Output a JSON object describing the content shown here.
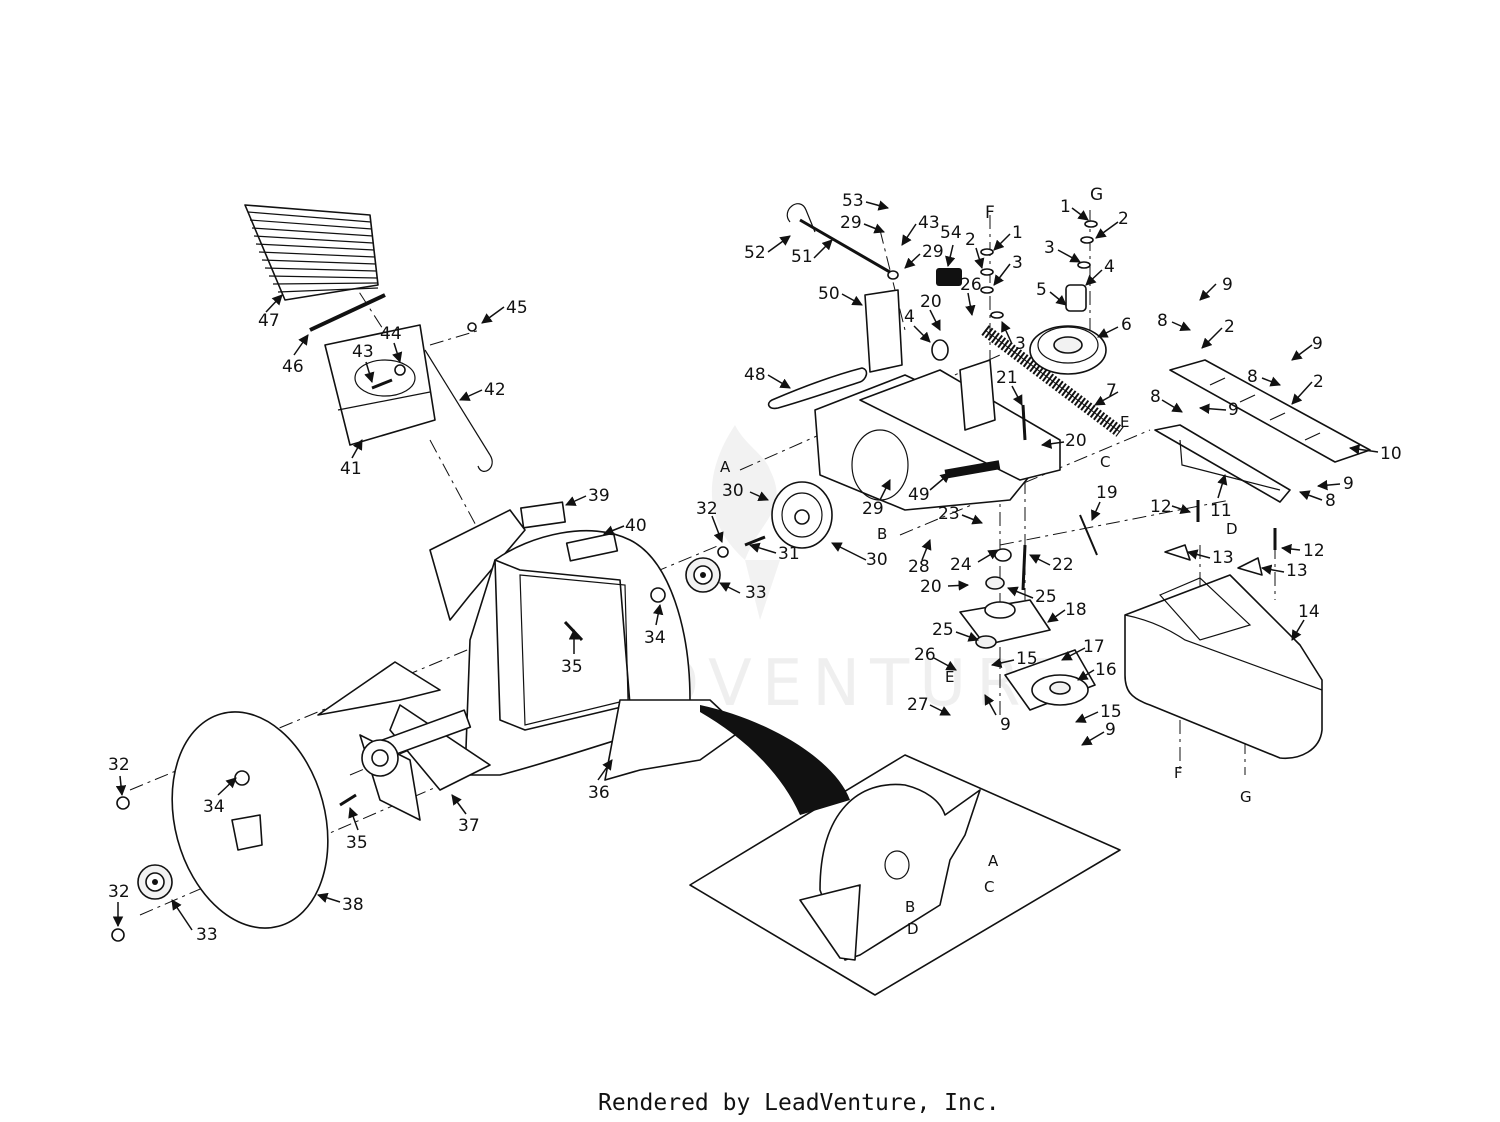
{
  "footer": "Rendered by LeadVenture, Inc.",
  "watermark": "LEADVENTURE",
  "callouts": [
    "1",
    "G",
    "2",
    "3",
    "4",
    "5",
    "6",
    "F",
    "1",
    "2",
    "3",
    "53",
    "29",
    "43",
    "54",
    "52",
    "51",
    "29",
    "50",
    "20",
    "26",
    "4",
    "3",
    "48",
    "21",
    "7",
    "E",
    "20",
    "C",
    "A",
    "49",
    "29",
    "30",
    "32",
    "31",
    "30",
    "28",
    "B",
    "23",
    "19",
    "24",
    "22",
    "20",
    "25",
    "18",
    "25",
    "15",
    "17",
    "26",
    "E",
    "16",
    "27",
    "9",
    "15",
    "9",
    "9",
    "8",
    "2",
    "9",
    "8",
    "2",
    "8",
    "9",
    "10",
    "11",
    "D",
    "12",
    "12",
    "9",
    "8",
    "13",
    "13",
    "14",
    "F",
    "G",
    "47",
    "46",
    "43",
    "44",
    "45",
    "42",
    "41",
    "39",
    "40",
    "33",
    "34",
    "35",
    "36",
    "37",
    "32",
    "34",
    "35",
    "38",
    "32",
    "33",
    "A",
    "C",
    "B",
    "D"
  ],
  "colors": {
    "ink": "#111111",
    "background": "#ffffff"
  }
}
